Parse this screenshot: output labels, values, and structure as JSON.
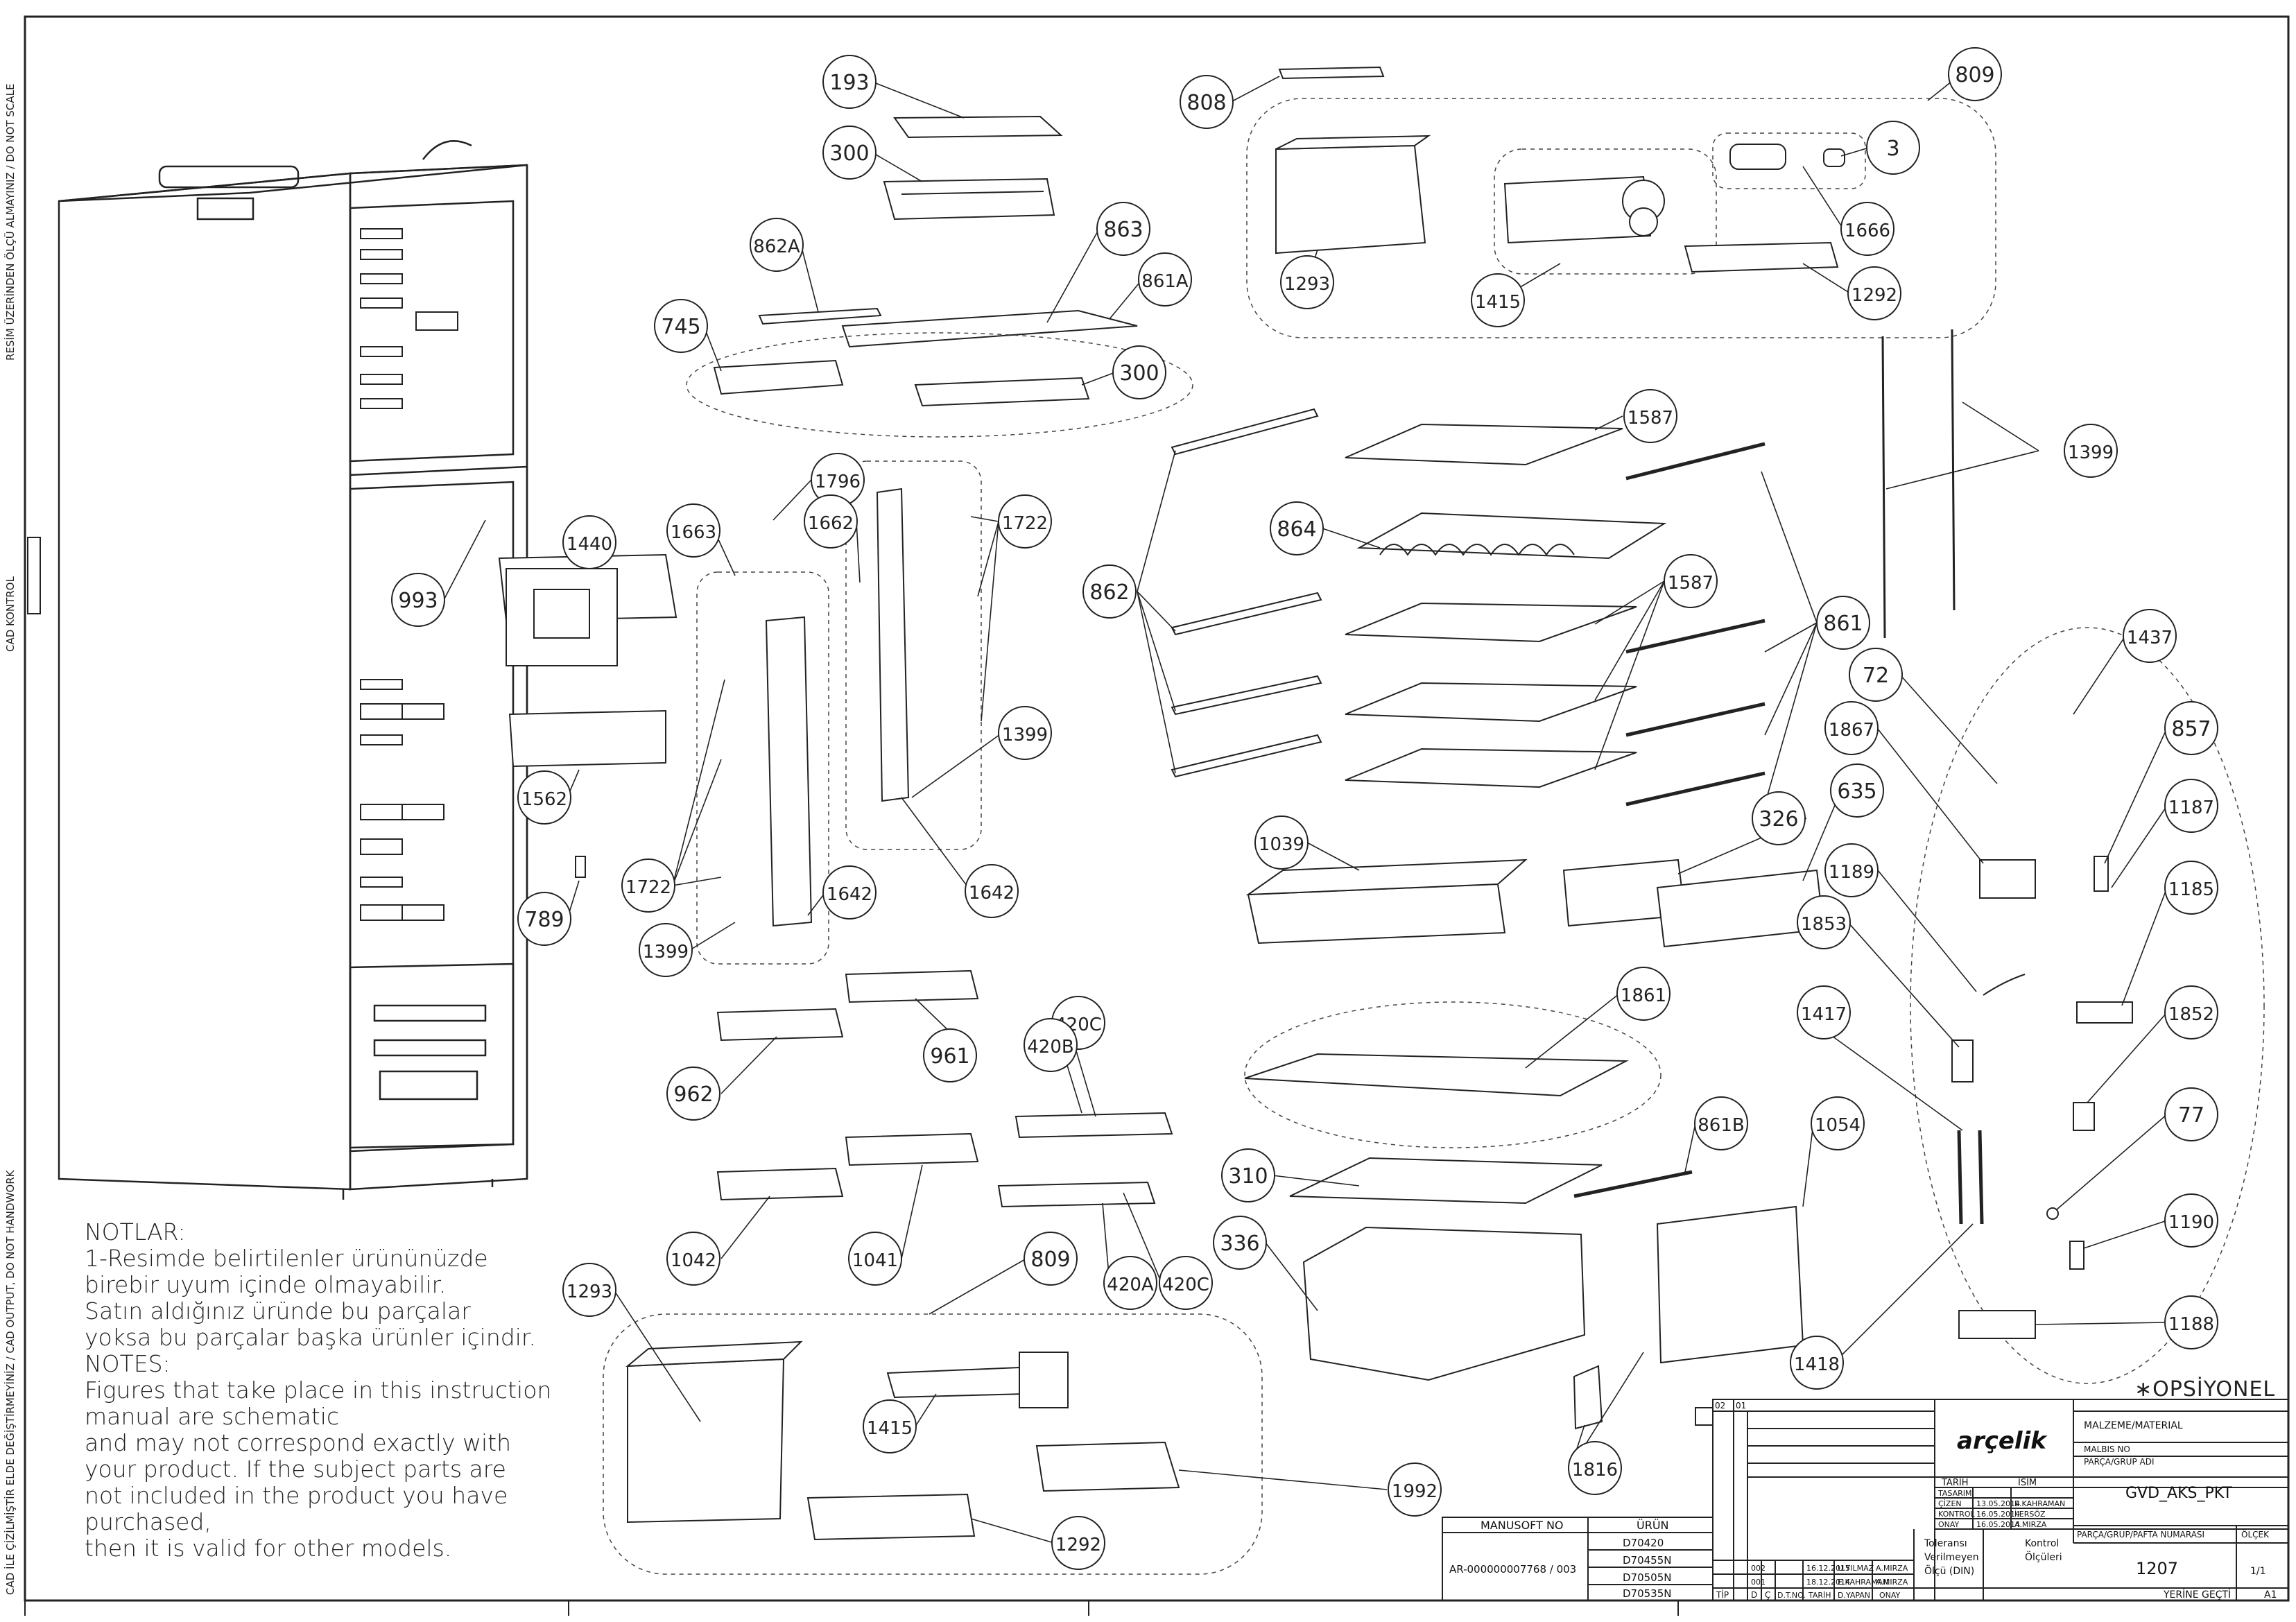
{
  "side_labels": {
    "top": "RESİM ÜZERİNDEN ÖLÇÜ ALMAYINIZ / DO NOT SCALE",
    "middle": "CAD KONTROL",
    "bottom": "CAD İLE ÇİZİLMİŞTİR ELDE DEĞİŞTİRMEYİNİZ / CAD OUTPUT, DO NOT HANDWORK"
  },
  "callouts": [
    "193",
    "300",
    "862A",
    "863",
    "861A",
    "745",
    "300",
    "808",
    "809",
    "3",
    "1666",
    "1293",
    "1415",
    "1292",
    "1796",
    "1662",
    "1722",
    "1663",
    "1440",
    "993",
    "1399",
    "1642",
    "1642",
    "1722",
    "1399",
    "1562",
    "789",
    "1587",
    "864",
    "862",
    "1587",
    "861",
    "1399",
    "72",
    "1437",
    "1867",
    "857",
    "1187",
    "1185",
    "1039",
    "326",
    "635",
    "1189",
    "1853",
    "1852",
    "1861",
    "1417",
    "962",
    "961",
    "420C",
    "420B",
    "1042",
    "1041",
    "809",
    "420A",
    "420C",
    "1293",
    "1415",
    "1992",
    "1292",
    "310",
    "861B",
    "1054",
    "336",
    "77",
    "1190",
    "1188",
    "1418",
    "1816"
  ],
  "notes": {
    "lines": [
      "NOTLAR:",
      "1-Resimde belirtilenler ürününüzde",
      "birebir  uyum içinde olmayabilir.",
      "Satın aldığınız üründe bu parçalar",
      "yoksa bu parçalar başka ürünler içindir.",
      "NOTES:",
      "Figures that take place in this instruction",
      "manual are schematic",
      "and may not correspond exactly with",
      "your product. If the subject parts are",
      "not included in the product you have",
      "purchased,",
      "then it is valid for other models."
    ]
  },
  "optional_mark": "∗OPSİYONEL",
  "title_block": {
    "brand": "arçelik",
    "revision": {
      "a": "02",
      "b": "01"
    },
    "malzeme_label": "MALZEME/MATERIAL",
    "malbis_label": "MALBIS NO",
    "parca_grup_label": "PARÇA/GRUP ADI",
    "parca_grup_value": "GVD_AKS_PKT",
    "parca_no_label": "PARÇA/GRUP/PAFTA NUMARASI",
    "olcek_label": "ÖLÇEK",
    "olcek_value": "1/1",
    "part_number": "1207",
    "sheet_label": "YERİNE GEÇTİ",
    "sheet_size": "A1",
    "col_tarih": "TARİH",
    "col_isim": "İSİM",
    "rows": [
      {
        "label": "TASARIM",
        "date": "",
        "name": ""
      },
      {
        "label": "ÇİZEN",
        "date": "13.05.2014",
        "name": "E.KAHRAMAN"
      },
      {
        "label": "KONTROL",
        "date": "16.05.2014",
        "name": "İ.ERSÖZ"
      },
      {
        "label": "ONAY",
        "date": "16.05.2014",
        "name": "A.MIRZA"
      }
    ],
    "tolerance": [
      "Toleransı",
      "Verilmeyen",
      "Ölçü (DIN)"
    ],
    "kontrol_olculeri": [
      "Kontrol",
      "Ölçüleri"
    ],
    "revisions": [
      {
        "no": "002",
        "date": "16.12.2015",
        "name": "U.YILMAZ",
        "approver": "A.MIRZA"
      },
      {
        "no": "001",
        "date": "18.12.2014",
        "name": "E.KAHRAMAN",
        "approver": "A.MIRZA"
      }
    ],
    "rev_header": [
      "TİP",
      "D",
      "Ç",
      "D.T.NO.",
      "TARİH",
      "D.YAPAN",
      "ONAY"
    ],
    "manusoft_label": "MANUSOFT NO",
    "manusoft_value": "AR-000000007768 / 003",
    "urun_label": "ÜRÜN",
    "urun_values": [
      "D70420",
      "D70455N",
      "D70505N",
      "D70535N"
    ]
  }
}
